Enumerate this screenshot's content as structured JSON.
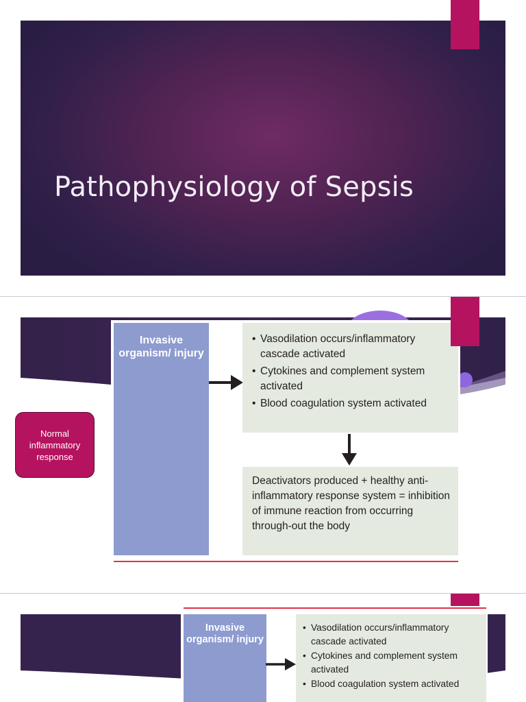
{
  "slide1": {
    "title": "Pathophysiology of Sepsis"
  },
  "slide2": {
    "label_pill": "Normal inflammatory response",
    "figure": {
      "left_box": "Invasive organism/ injury",
      "activation_items": [
        "Vasodilation occurs/inflammatory cascade activated",
        "Cytokines and complement system activated",
        "Blood coagulation system activated"
      ],
      "outcome": "Deactivators produced + healthy anti-inflammatory response system = inhibition of immune reaction from occurring through-out the body"
    }
  },
  "slide3": {
    "figure": {
      "left_box": "Invasive organism/ injury",
      "activation_items": [
        "Vasodilation occurs/inflammatory cascade activated",
        "Cytokines and complement system activated",
        "Blood coagulation system activated"
      ]
    }
  },
  "colors": {
    "accent": "#b5135f",
    "slide_bg_dark": "#31204a",
    "figure_blue": "#8d9bcf",
    "figure_green": "#e4eadf",
    "rule_red": "#e0304a"
  }
}
